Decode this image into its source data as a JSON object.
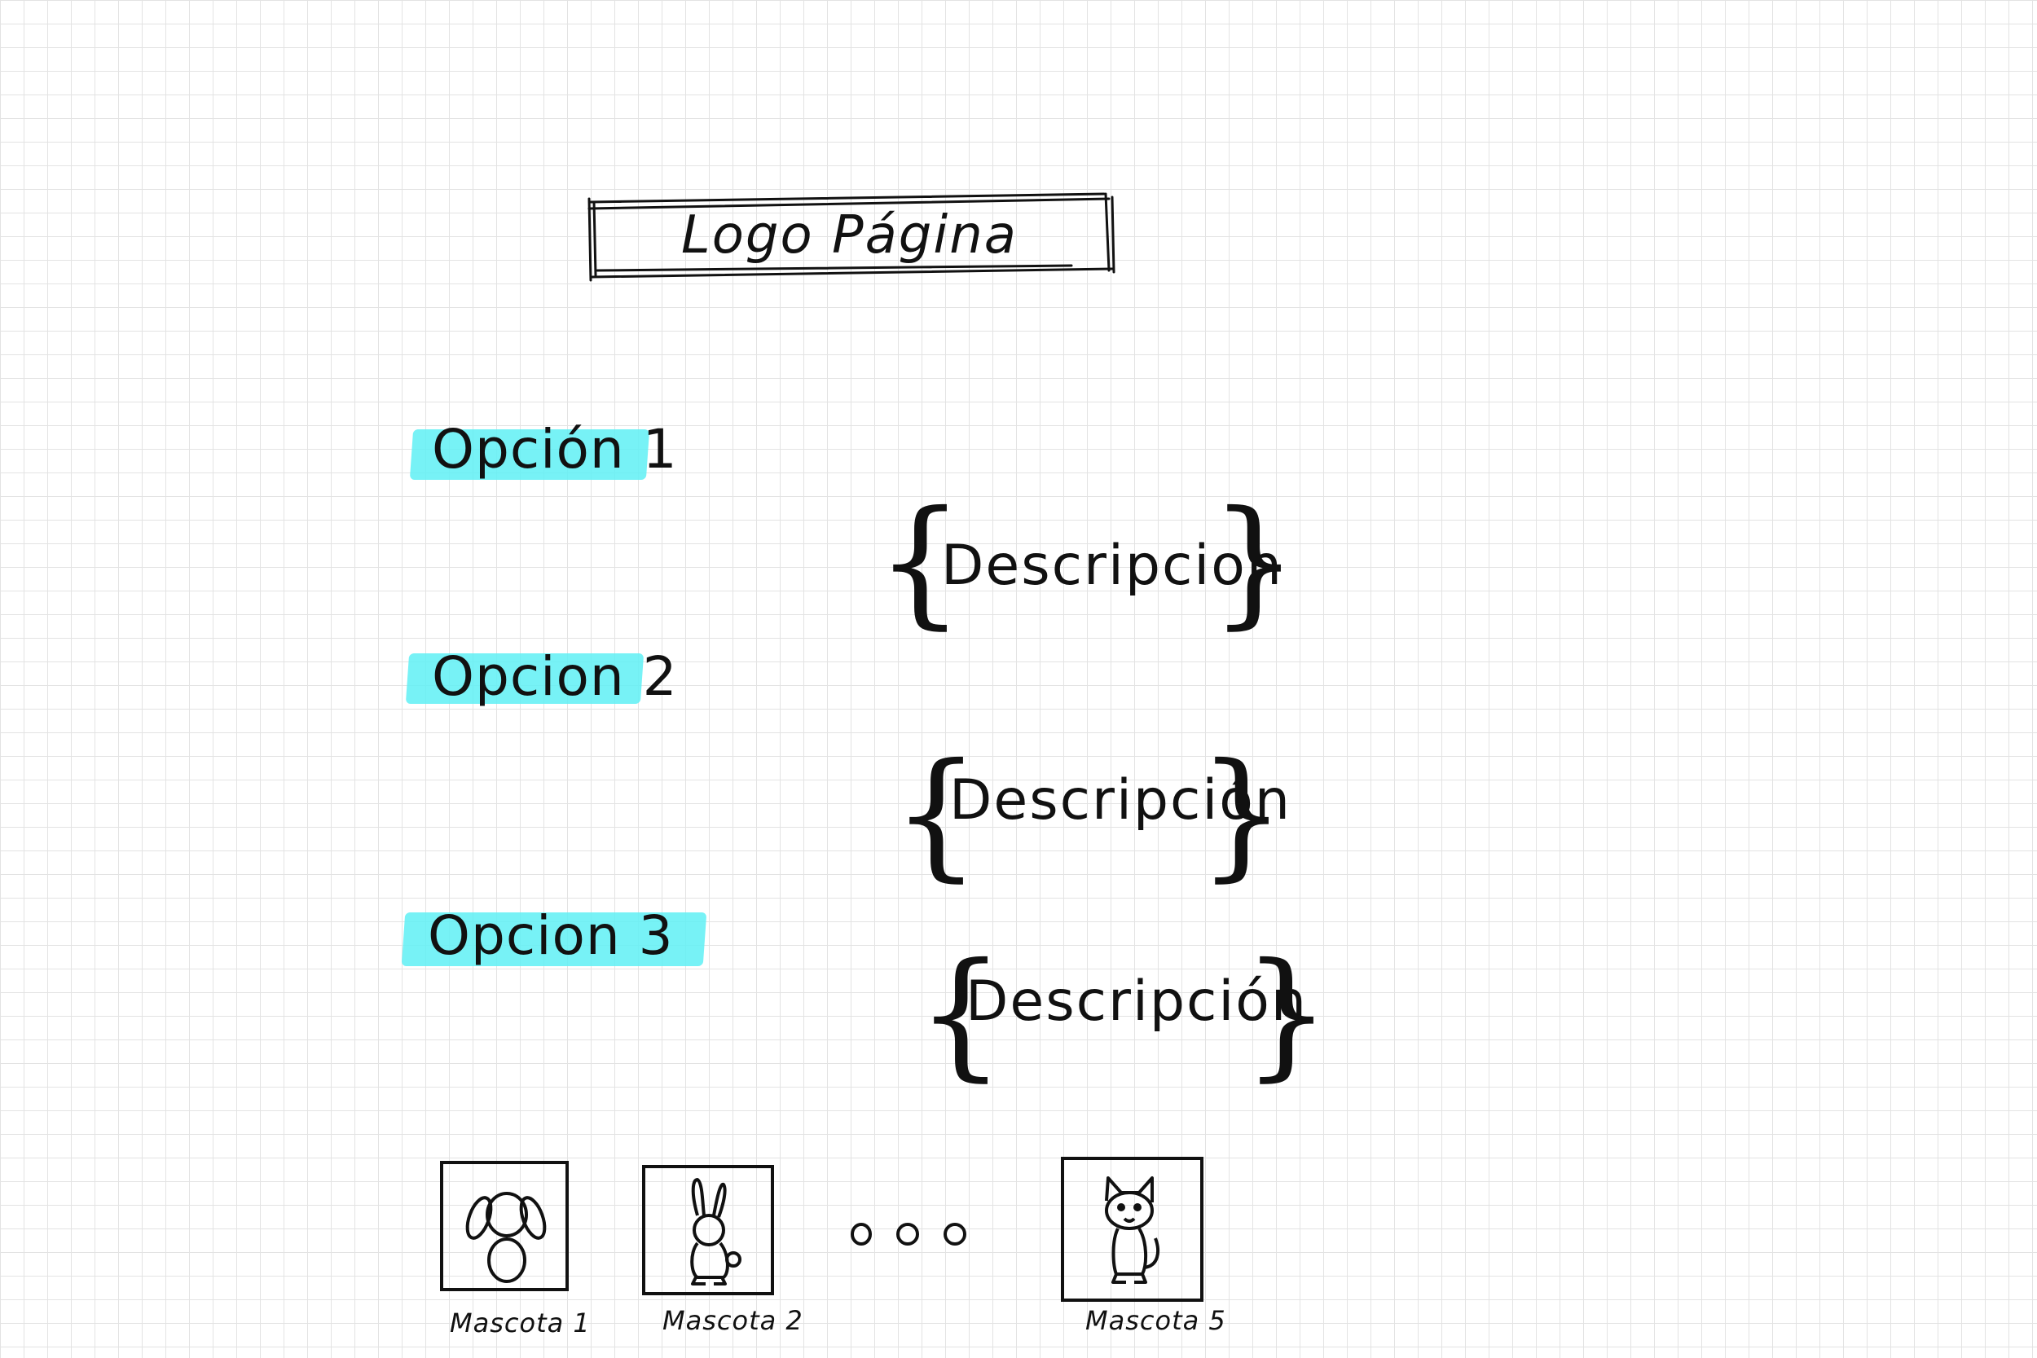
{
  "header": {
    "logo_label": "Logo Página"
  },
  "options": [
    {
      "label": "Opción 1",
      "description": "Descripcion"
    },
    {
      "label": "Opcion 2",
      "description": "Descripción"
    },
    {
      "label": "Opcion 3",
      "description": "Descripción"
    }
  ],
  "pets": [
    {
      "label": "Mascota 1",
      "icon": "dog-icon"
    },
    {
      "label": "Mascota 2",
      "icon": "rabbit-icon"
    },
    {
      "label": "Mascota 5",
      "icon": "cat-icon"
    }
  ],
  "more_indicator": "ellipsis-icon",
  "colors": {
    "highlight": "#5ff0f4",
    "ink": "#111111"
  }
}
